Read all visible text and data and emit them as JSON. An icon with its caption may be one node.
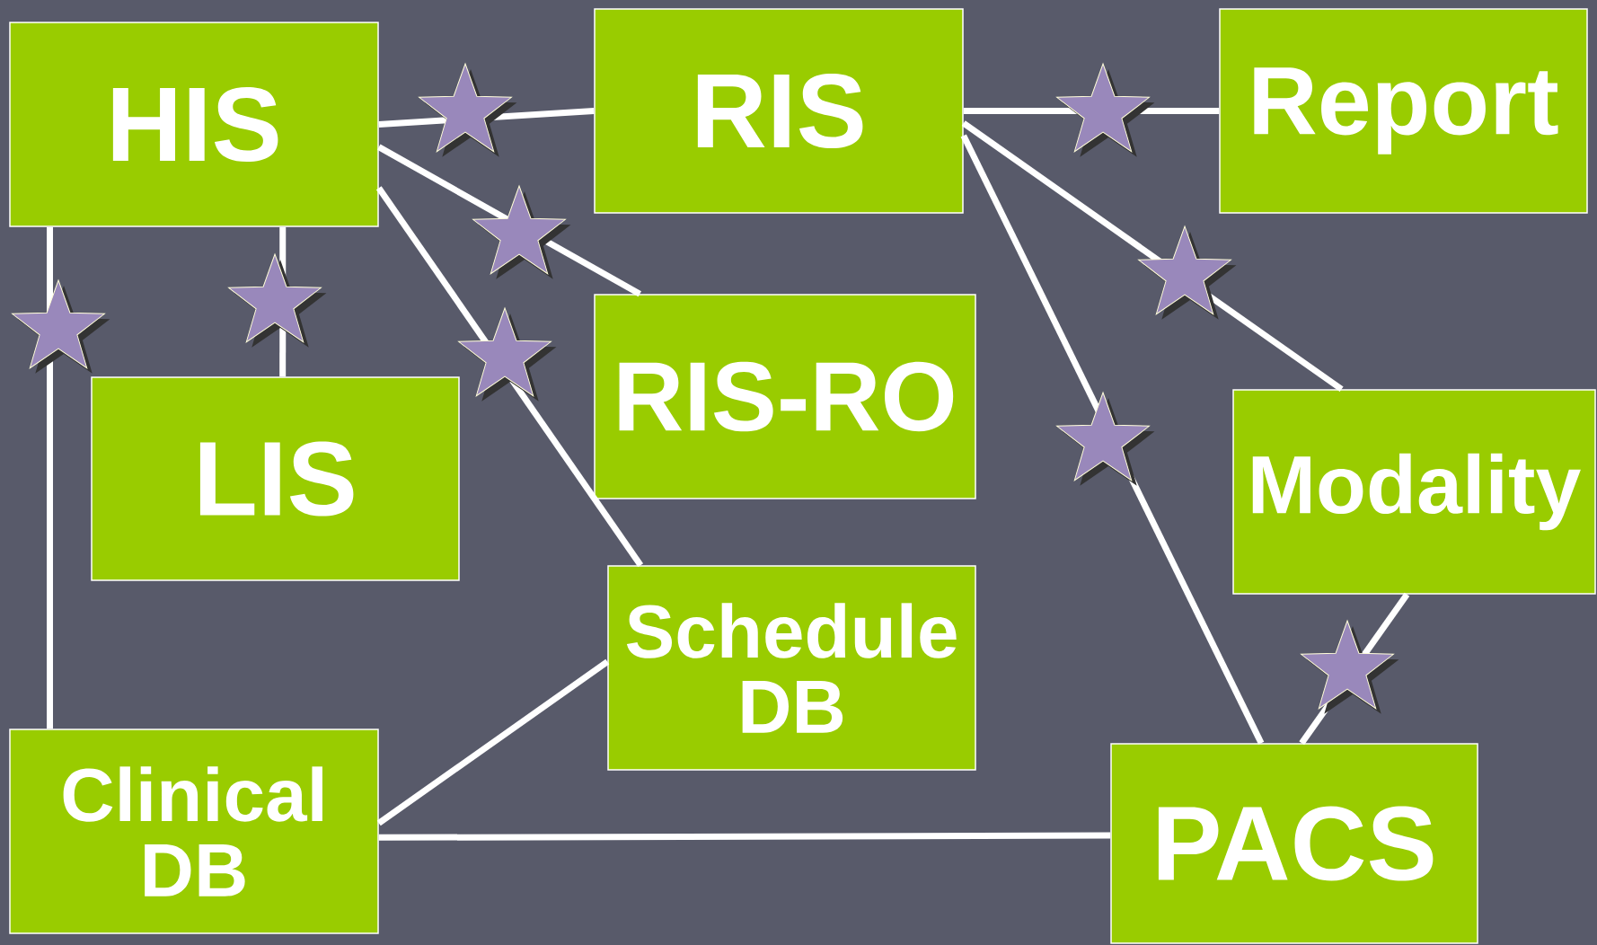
{
  "diagram": {
    "nodes": [
      {
        "text": [
          "HIS"
        ]
      },
      {
        "text": [
          "RIS"
        ]
      },
      {
        "text": [
          "Report"
        ]
      },
      {
        "text": [
          "LIS"
        ]
      },
      {
        "text": [
          "RIS-RO"
        ]
      },
      {
        "text": [
          "Modality"
        ]
      },
      {
        "text": [
          "Schedule DB"
        ]
      },
      {
        "text": [
          "Clinical DB"
        ]
      },
      {
        "text": [
          "PACS"
        ]
      }
    ],
    "edges": [
      {
        "from": 0,
        "to": 1,
        "arrow": "none"
      },
      {
        "from": 1,
        "to": 2,
        "arrow": "none"
      },
      {
        "from": 0,
        "to": 4,
        "arrow": "none"
      },
      {
        "from": 0,
        "to": 6,
        "arrow": "none"
      },
      {
        "from": 0,
        "to": 3,
        "arrow": "none"
      },
      {
        "from": 0,
        "to": 7,
        "arrow": "none"
      },
      {
        "from": 1,
        "to": 5,
        "arrow": "none"
      },
      {
        "from": 1,
        "to": 8,
        "arrow": "none"
      },
      {
        "from": 5,
        "to": 8,
        "arrow": "none"
      },
      {
        "from": 6,
        "to": 7,
        "arrow": "none"
      },
      {
        "from": 7,
        "to": 8,
        "arrow": "none"
      }
    ]
  }
}
